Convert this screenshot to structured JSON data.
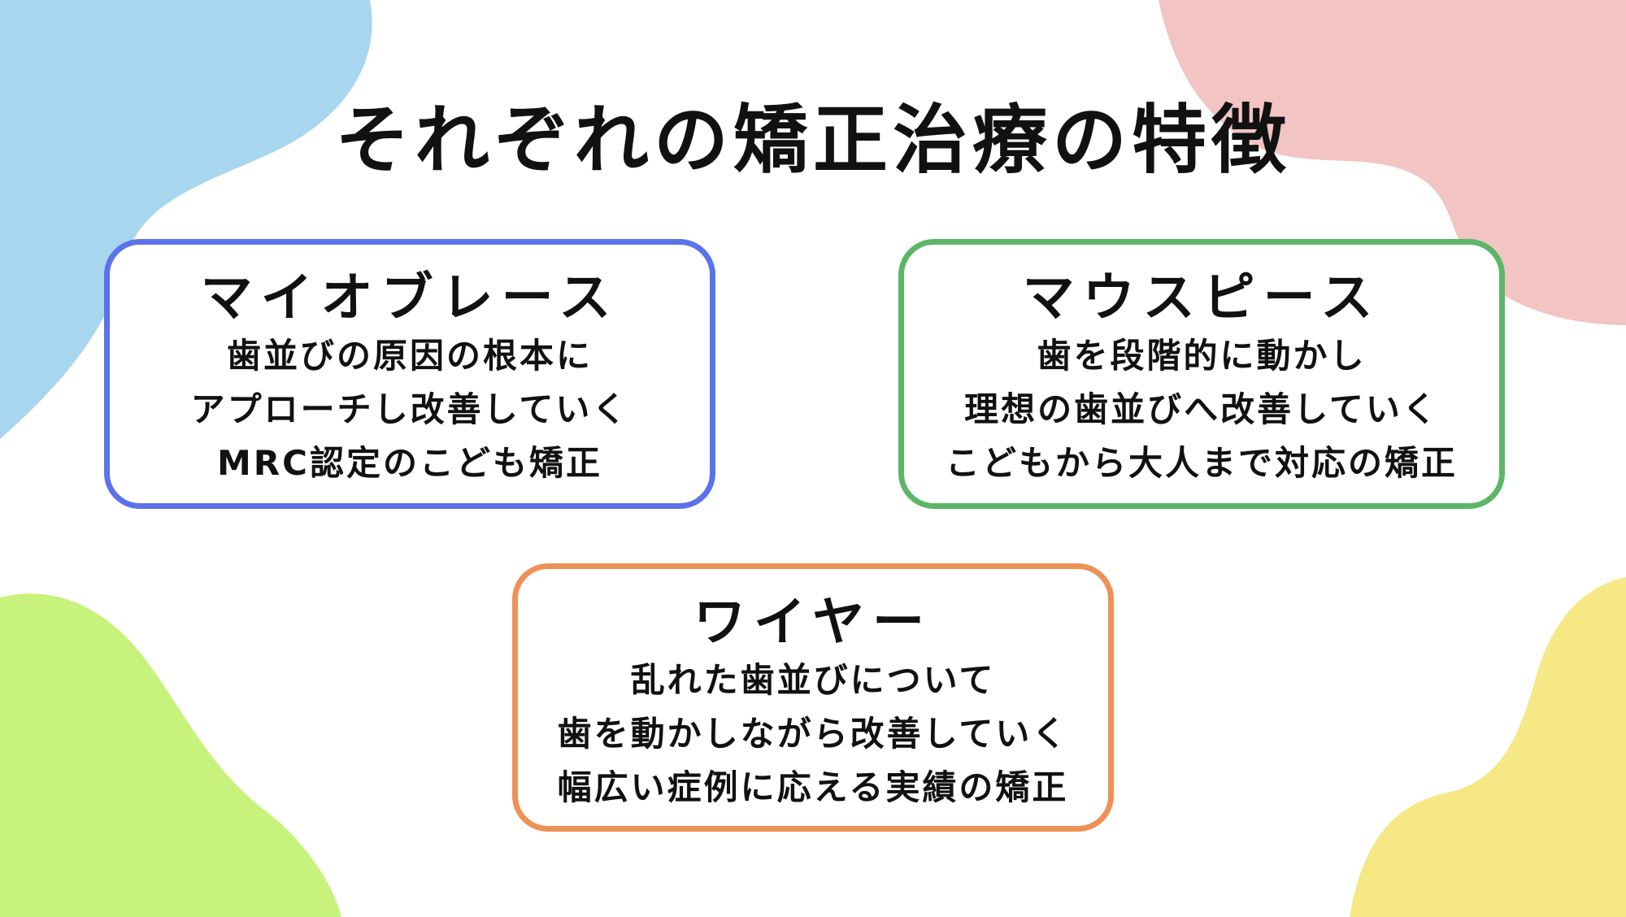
{
  "title": "それぞれの矯正治療の特徴",
  "colors": {
    "blob_blue": "#a7d6ee",
    "blob_pink": "#f2c4c4",
    "blob_green": "#c7f27c",
    "blob_yellow": "#f7e886",
    "border_blue": "#5b73ea",
    "border_green": "#5bb766",
    "border_orange": "#ee9155"
  },
  "cards": [
    {
      "title": "マイオブレース",
      "lines": [
        "歯並びの原因の根本に",
        "アプローチし改善していく",
        "MRC認定のこども矯正"
      ]
    },
    {
      "title": "マウスピース",
      "lines": [
        "歯を段階的に動かし",
        "理想の歯並びへ改善していく",
        "こどもから大人まで対応の矯正"
      ]
    },
    {
      "title": "ワイヤー",
      "lines": [
        "乱れた歯並びについて",
        "歯を動かしながら改善していく",
        "幅広い症例に応える実績の矯正"
      ]
    }
  ]
}
